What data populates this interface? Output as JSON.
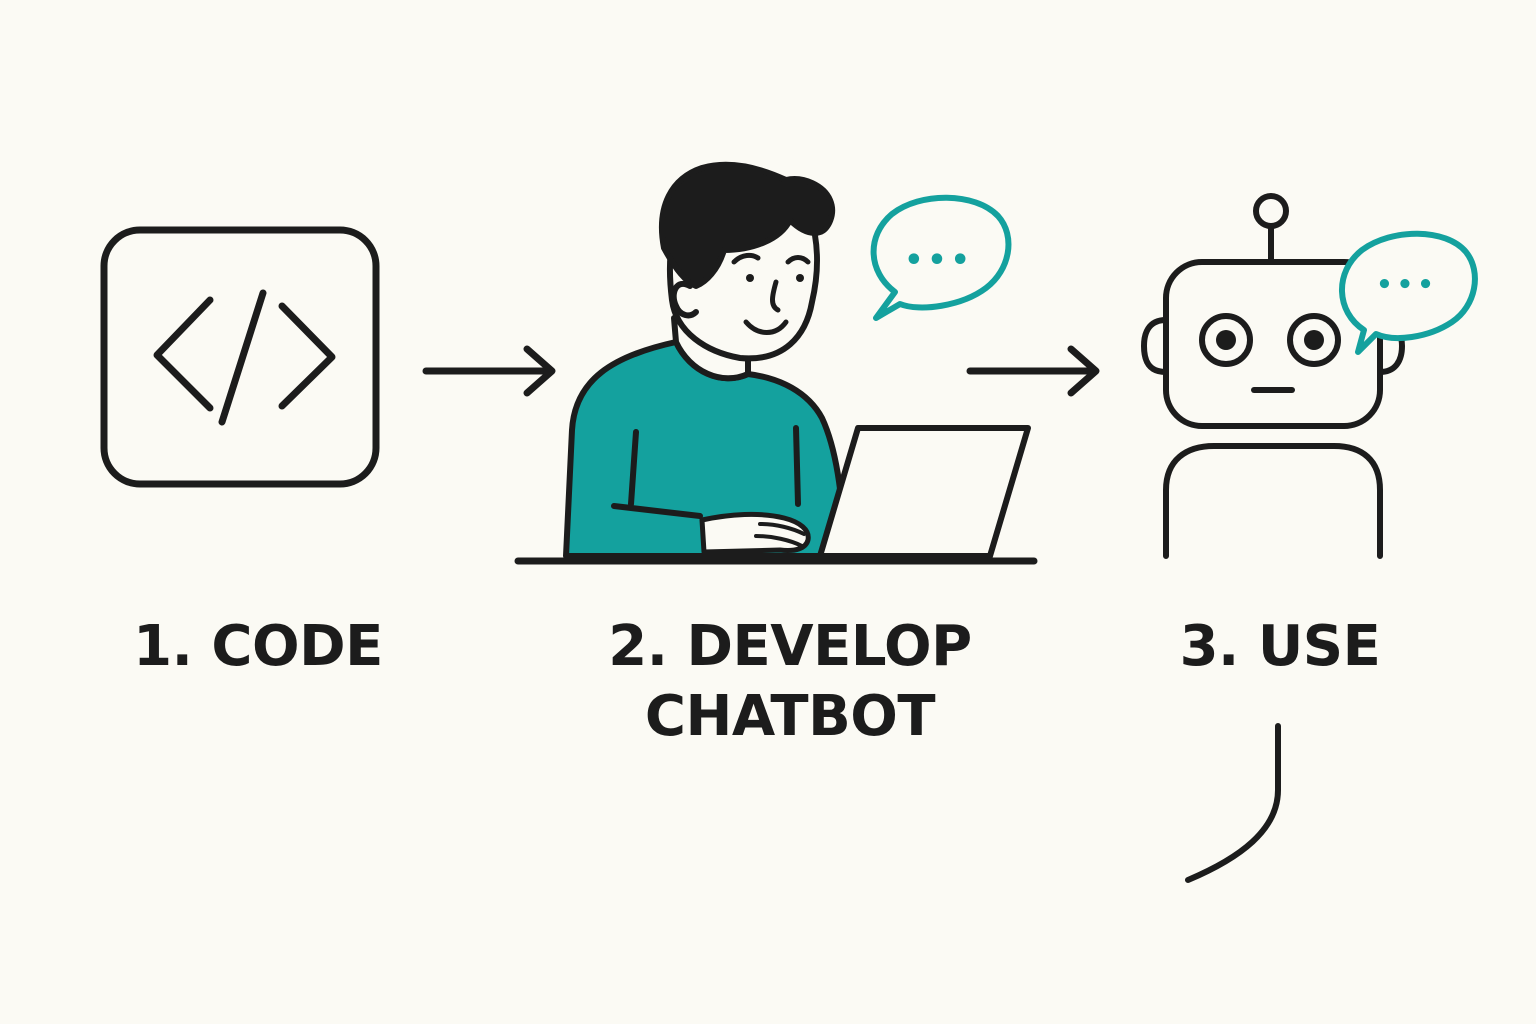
{
  "steps": [
    {
      "label": "1. CODE",
      "icon": "code-icon"
    },
    {
      "label_line1": "2. DEVELOP",
      "label_line2": "CHATBOT",
      "icon": "developer-laptop-icon"
    },
    {
      "label": "3. USE",
      "icon": "robot-icon"
    }
  ],
  "colors": {
    "background": "#fbfaf4",
    "stroke": "#1c1c1c",
    "accent": "#14a19e"
  },
  "bubbles": [
    {
      "text": "•••",
      "icon": "speech-bubble-icon"
    },
    {
      "text": "•••",
      "icon": "speech-bubble-icon"
    }
  ]
}
